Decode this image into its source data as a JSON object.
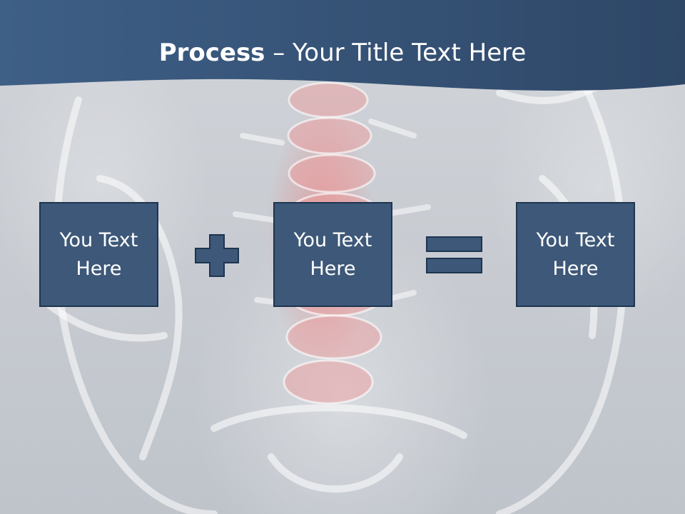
{
  "slide": {
    "title_bold": "Process",
    "title_rest": " – Your Title Text Here",
    "boxes": [
      {
        "text": "You Text Here"
      },
      {
        "text": "You Text Here"
      },
      {
        "text": "You Text Here"
      }
    ],
    "operators": [
      "plus-icon",
      "equals-icon"
    ],
    "colors": {
      "header": "#3d5878",
      "box_fill": "#3d5878",
      "box_border": "#1f3550",
      "background": "#c9ccd2",
      "spine_highlight": "#e77b7b"
    }
  }
}
